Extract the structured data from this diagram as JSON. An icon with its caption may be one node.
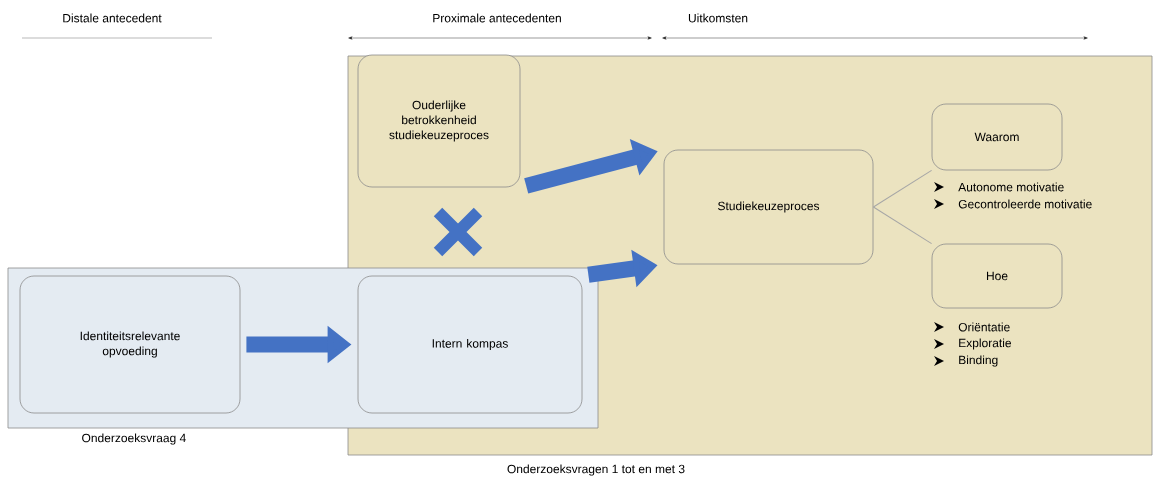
{
  "diagram": {
    "nodes": [
      {
        "text": [
          "Onderzoeksvragen 1 tot en met 3"
        ]
      },
      {
        "text": [
          "Onderzoeksvraag 4"
        ]
      },
      {
        "text": [
          "Ouderlijke betrokkenheid studiekeuzeproces"
        ],
        "in": 0
      },
      {
        "text": [
          "Identiteitsrelevante opvoeding"
        ],
        "in": 1
      },
      {
        "text": [
          "Intern kompas"
        ]
      },
      {
        "text": [
          "Studiekeuzeproces"
        ],
        "in": 0
      },
      {
        "text": [
          "Waarom"
        ],
        "in": 0,
        "beside": [
          "Autonome motivatie",
          "Gecontroleerde motivatie"
        ]
      },
      {
        "text": [
          "Hoe"
        ],
        "in": 0,
        "beside": [
          "Oriëntatie",
          "Exploratie",
          "Binding"
        ]
      }
    ],
    "edges": [
      {
        "from": 3,
        "to": 4,
        "arrow": "to"
      },
      {
        "from": 2,
        "to": 5,
        "arrow": "to"
      },
      {
        "from": 4,
        "to": 5,
        "arrow": "to"
      },
      {
        "from": 5,
        "to": 6,
        "arrow": "none",
        "color": "#a6a6a6"
      },
      {
        "from": 5,
        "to": 7,
        "arrow": "none",
        "color": "#a6a6a6"
      }
    ],
    "labels": [
      "Distale antecedent",
      "Proximale antecedenten",
      "Uitkomsten"
    ]
  }
}
